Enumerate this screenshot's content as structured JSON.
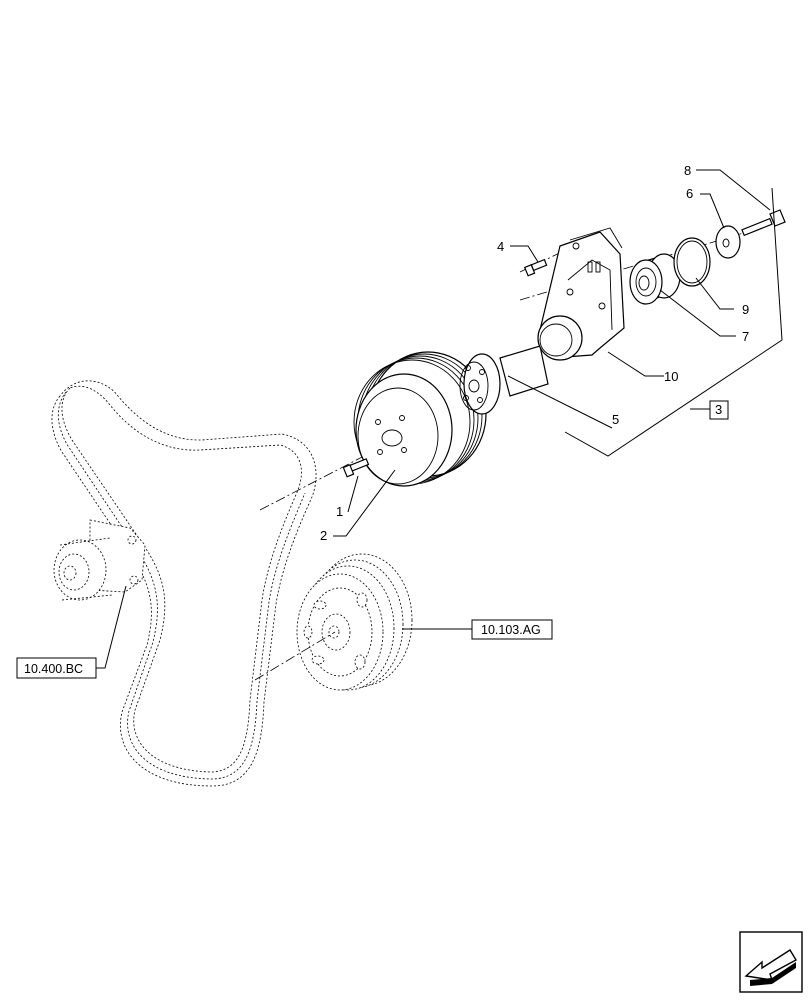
{
  "callouts": {
    "p1": "1",
    "p2": "2",
    "p3": "3",
    "p4": "4",
    "p5": "5",
    "p6": "6",
    "p7": "7",
    "p8": "8",
    "p9": "9",
    "p10": "10"
  },
  "references": {
    "crank_pulley": "10.103.AG",
    "water_pump": "10.400.BC"
  }
}
